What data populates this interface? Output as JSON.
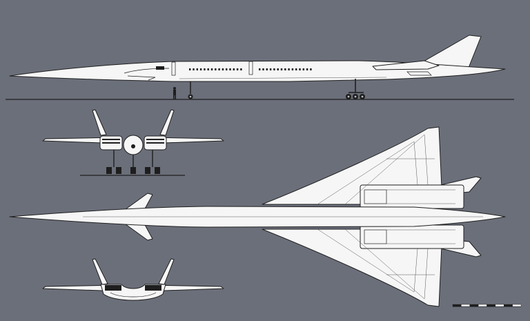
{
  "drawing": {
    "views": [
      "side-elevation",
      "front-elevation",
      "top-plan",
      "rear-elevation"
    ],
    "colors": {
      "background": "#6b6f7a",
      "airframe": "#f6f6f6",
      "linework": "#1e1e1e"
    },
    "side_view": {
      "cabin_windows": 30
    },
    "scale_bar": {
      "segments": 8
    }
  }
}
